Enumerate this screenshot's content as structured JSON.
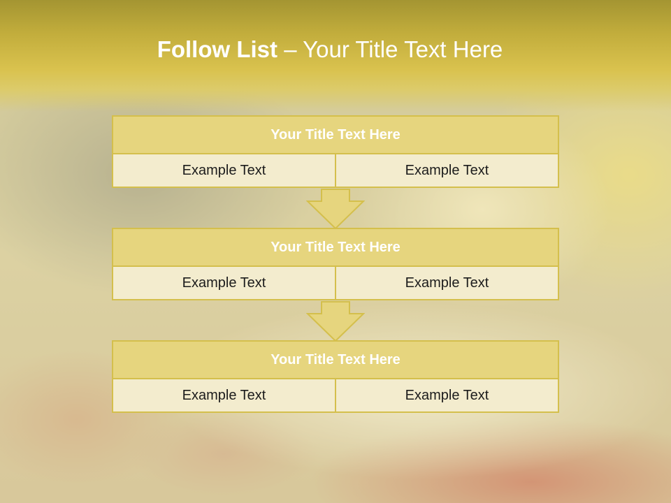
{
  "slide": {
    "title_bold": "Follow List",
    "title_rest": " – Your Title Text Here"
  },
  "blocks": [
    {
      "title": "Your Title Text Here",
      "left_text": "Example Text",
      "right_text": "Example Text"
    },
    {
      "title": "Your Title Text Here",
      "left_text": "Example Text",
      "right_text": "Example Text"
    },
    {
      "title": "Your Title Text Here",
      "left_text": "Example Text",
      "right_text": "Example Text"
    }
  ],
  "colors": {
    "title_band": "#c2ad3c",
    "block_title_fill": "#e6d57e",
    "block_cell_fill": "#f3ecce",
    "border": "#d4bf4c",
    "arrow_fill": "#e6d57e"
  },
  "icons": [
    "down-arrow-icon",
    "down-arrow-icon"
  ]
}
